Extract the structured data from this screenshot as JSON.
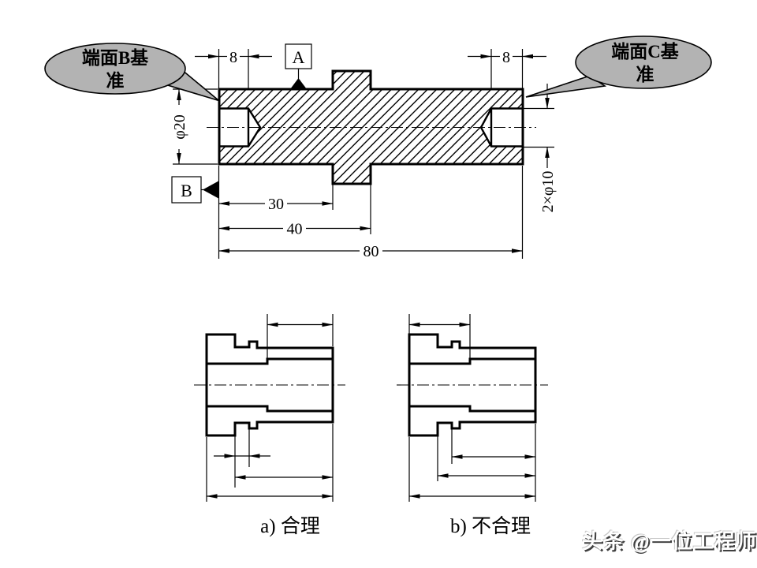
{
  "colors": {
    "background": "#ffffff",
    "line": "#000000",
    "callout_fill": "#b3b3b3",
    "callout_border": "#000000",
    "watermark_fill": "#ffffff",
    "watermark_shadow": "#3f3f3f"
  },
  "callouts": {
    "left": {
      "full": "端面B基准",
      "lines": [
        "端面B基",
        "准"
      ]
    },
    "right": {
      "full": "端面C基准",
      "lines": [
        "端面C基",
        "准"
      ]
    }
  },
  "main": {
    "datum_a": "A",
    "datum_b": "B",
    "dim_hole_depth_left": "8",
    "dim_hole_depth_right": "8",
    "dim_shaft_diameter": "φ20",
    "dim_center_holes": "2×φ10",
    "dim_30": "30",
    "dim_40": "40",
    "dim_80": "80"
  },
  "comparison": {
    "a_label": "a) 合理",
    "b_label": "b) 不合理"
  },
  "watermark": {
    "text": "头条 @一位工程师"
  }
}
